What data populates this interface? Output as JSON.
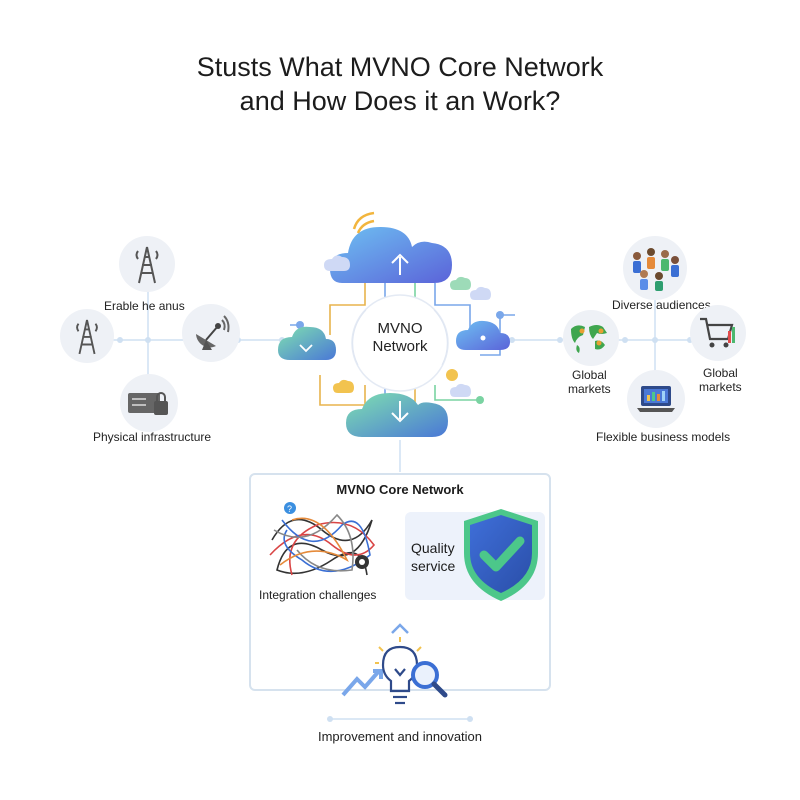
{
  "title": {
    "line1": "Stusts What MVNO Core Network",
    "line2": "and How Does it an Work?"
  },
  "left": {
    "enable": "Erable he anus",
    "physical": "Physical infrastructure"
  },
  "center": {
    "line1": "MVNO",
    "line2": "Network"
  },
  "right": {
    "diverse": "Diverse audiences",
    "global_left": "Global\nmarkets",
    "global_right": "Global\nmarkets",
    "flexible": "Flexible business models"
  },
  "panel": {
    "title": "MVNO Core Network",
    "integration": "Integration challenges",
    "quality": "Quality\nservice"
  },
  "bottom": {
    "improvement": "Improvement and innovation"
  },
  "icons": [
    "cell-tower-icon",
    "satellite-dish-icon",
    "server-lock-icon",
    "cloud-icon",
    "people-icon",
    "world-map-icon",
    "shopping-cart-icon",
    "laptop-icon",
    "tangled-wires-icon",
    "shield-check-icon",
    "lightbulb-magnifier-icon"
  ],
  "colors": {
    "accent_blue": "#4a7fd6",
    "accent_green": "#4cc78a",
    "line": "#cfe0f2"
  }
}
